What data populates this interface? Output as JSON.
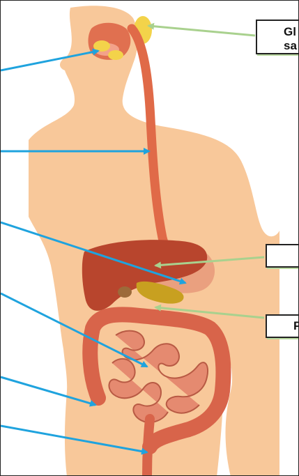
{
  "labels": {
    "salivary_glands": {
      "line1": "Gl",
      "line2": "sa"
    },
    "liver": {
      "text": ""
    },
    "pancreas": {
      "text": "P"
    }
  },
  "colors": {
    "skin": "#f8c89a",
    "organ_red": "#d9603e",
    "liver": "#b8452d",
    "intestine": "#e0745a",
    "pancreas": "#c8a020",
    "gland": "#f3d34a",
    "blue_arrow": "#1fa3de",
    "green_arrow": "#a9d18e"
  }
}
